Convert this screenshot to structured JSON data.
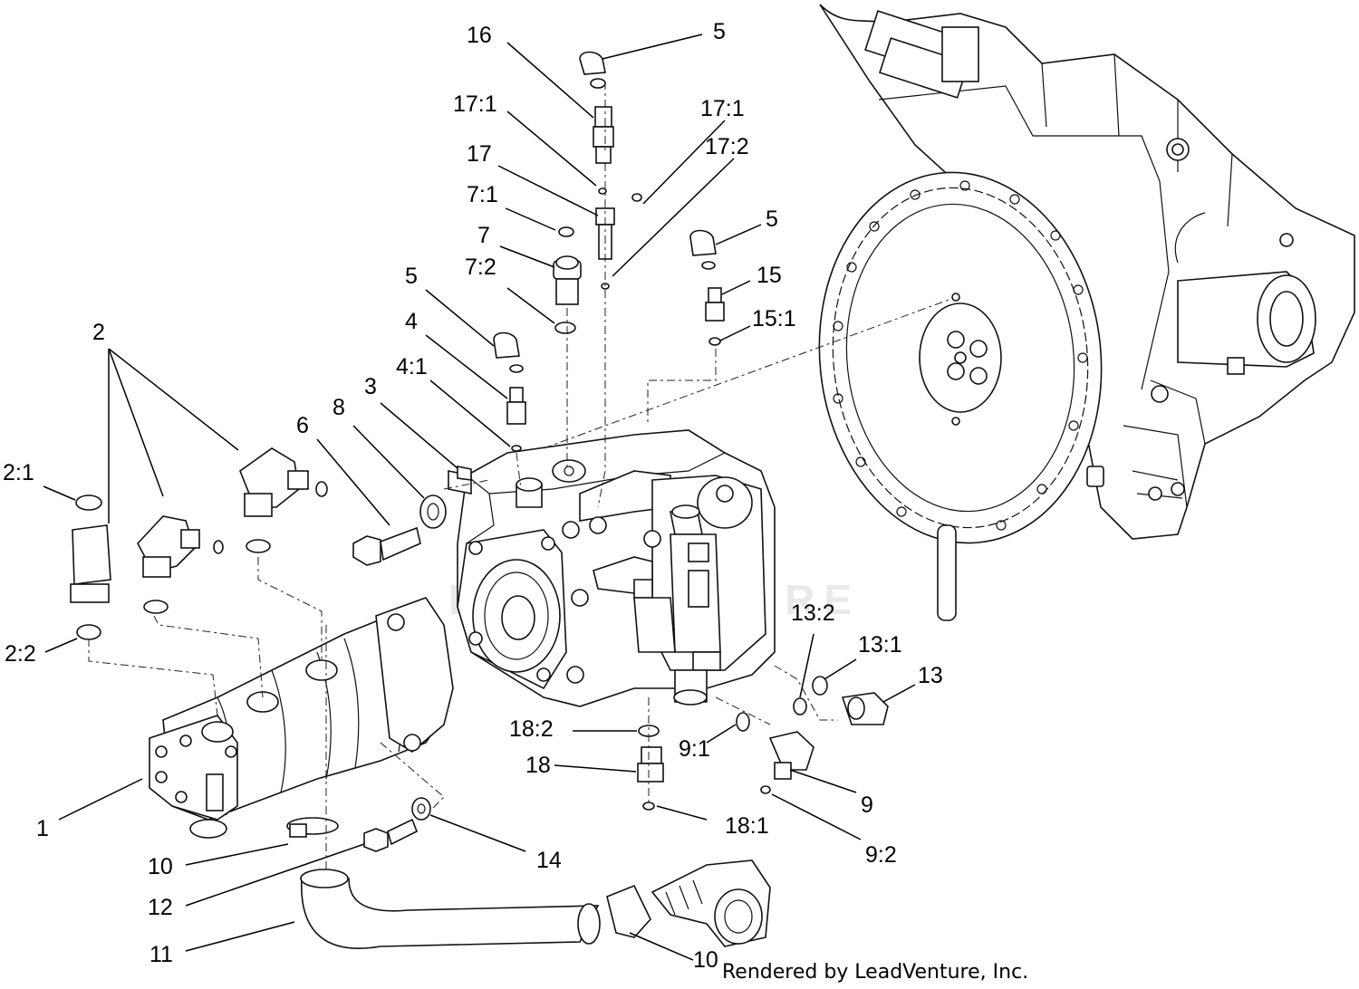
{
  "footer": {
    "text": "Rendered by LeadVenture, Inc."
  },
  "watermark": {
    "text": "LEADVENTURE"
  },
  "callouts": [
    {
      "id": "c16",
      "label": "16"
    },
    {
      "id": "c5a",
      "label": "5"
    },
    {
      "id": "c171a",
      "label": "17:1"
    },
    {
      "id": "c171b",
      "label": "17:1"
    },
    {
      "id": "c17",
      "label": "17"
    },
    {
      "id": "c172",
      "label": "17:2"
    },
    {
      "id": "c71",
      "label": "7:1"
    },
    {
      "id": "c7",
      "label": "7"
    },
    {
      "id": "c72",
      "label": "7:2"
    },
    {
      "id": "c5b",
      "label": "5"
    },
    {
      "id": "c15",
      "label": "15"
    },
    {
      "id": "c151",
      "label": "15:1"
    },
    {
      "id": "c5c",
      "label": "5"
    },
    {
      "id": "c4",
      "label": "4"
    },
    {
      "id": "c41",
      "label": "4:1"
    },
    {
      "id": "c3",
      "label": "3"
    },
    {
      "id": "c8",
      "label": "8"
    },
    {
      "id": "c6",
      "label": "6"
    },
    {
      "id": "c2",
      "label": "2"
    },
    {
      "id": "c21",
      "label": "2:1"
    },
    {
      "id": "c22",
      "label": "2:2"
    },
    {
      "id": "c132",
      "label": "13:2"
    },
    {
      "id": "c131",
      "label": "13:1"
    },
    {
      "id": "c13",
      "label": "13"
    },
    {
      "id": "c182",
      "label": "18:2"
    },
    {
      "id": "c91",
      "label": "9:1"
    },
    {
      "id": "c18",
      "label": "18"
    },
    {
      "id": "c9",
      "label": "9"
    },
    {
      "id": "c181",
      "label": "18:1"
    },
    {
      "id": "c92",
      "label": "9:2"
    },
    {
      "id": "c1",
      "label": "1"
    },
    {
      "id": "c10a",
      "label": "10"
    },
    {
      "id": "c14",
      "label": "14"
    },
    {
      "id": "c12",
      "label": "12"
    },
    {
      "id": "c11",
      "label": "11"
    },
    {
      "id": "c10b",
      "label": "10"
    }
  ]
}
